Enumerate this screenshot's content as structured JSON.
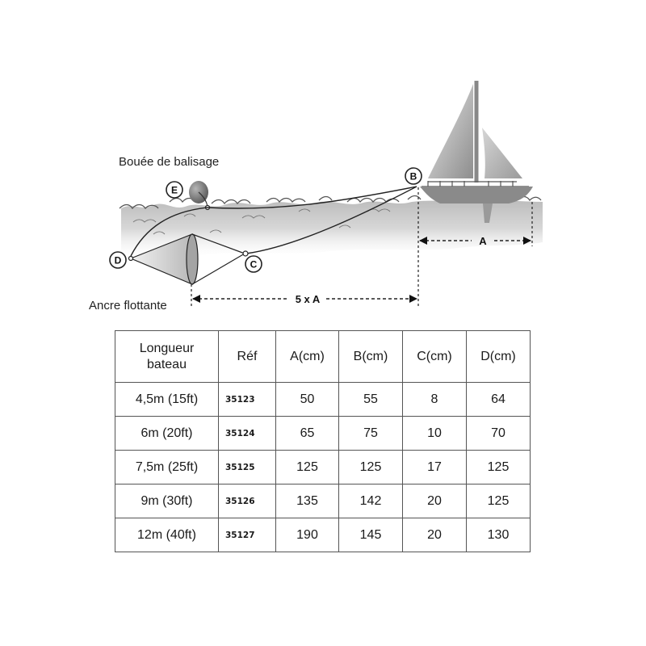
{
  "diagram": {
    "buoy_label": "Bouée de balisage",
    "anchor_label": "Ancre flottante",
    "point_labels": {
      "b": "B",
      "c": "C",
      "d": "D",
      "e": "E"
    },
    "dimension_a": "A",
    "dimension_5a": "5 x A"
  },
  "table": {
    "headers": {
      "length": "Longueur bateau",
      "ref": "Réf",
      "a": "A(cm)",
      "b": "B(cm)",
      "c": "C(cm)",
      "d": "D(cm)"
    },
    "rows": [
      {
        "length": "4,5m (15ft)",
        "ref": "35123",
        "a": "50",
        "b": "55",
        "c": "8",
        "d": "64"
      },
      {
        "length": "6m (20ft)",
        "ref": "35124",
        "a": "65",
        "b": "75",
        "c": "10",
        "d": "70"
      },
      {
        "length": "7,5m (25ft)",
        "ref": "35125",
        "a": "125",
        "b": "125",
        "c": "17",
        "d": "125"
      },
      {
        "length": "9m (30ft)",
        "ref": "35126",
        "a": "135",
        "b": "142",
        "c": "20",
        "d": "125"
      },
      {
        "length": "12m (40ft)",
        "ref": "35127",
        "a": "190",
        "b": "145",
        "c": "20",
        "d": "130"
      }
    ]
  }
}
